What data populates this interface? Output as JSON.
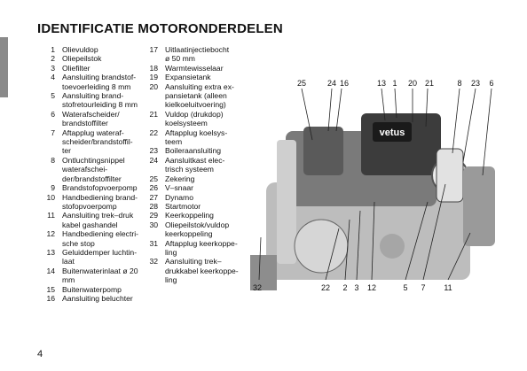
{
  "title": "IDENTIFICATIE MOTORONDERDELEN",
  "page_number": "4",
  "parts_left": [
    {
      "num": "1",
      "lines": [
        "Olievuldop"
      ]
    },
    {
      "num": "2",
      "lines": [
        "Oliepeilstok"
      ]
    },
    {
      "num": "3",
      "lines": [
        "Oliefilter"
      ]
    },
    {
      "num": "4",
      "lines": [
        "Aansluiting brandstof-",
        "toevoerleiding 8 mm"
      ]
    },
    {
      "num": "5",
      "lines": [
        "Aansluiting brand-",
        "stofretourleiding 8 mm"
      ]
    },
    {
      "num": "6",
      "lines": [
        "Waterafscheider/",
        "brandstoffilter"
      ]
    },
    {
      "num": "7",
      "lines": [
        "Aftapplug wateraf-",
        "scheider/brandstoffil-",
        "ter"
      ]
    },
    {
      "num": "8",
      "lines": [
        "Ontluchtingsnippel",
        "waterafschei-",
        "der/brandstoffilter"
      ]
    },
    {
      "num": "9",
      "lines": [
        "Brandstofopvoerpomp"
      ]
    },
    {
      "num": "10",
      "lines": [
        "Handbediening brand-",
        "stofopvoerpomp"
      ]
    },
    {
      "num": "11",
      "lines": [
        "Aansluiting trek–druk",
        "kabel gashandel"
      ]
    },
    {
      "num": "12",
      "lines": [
        "Handbediening electri-",
        "sche stop"
      ]
    },
    {
      "num": "13",
      "lines": [
        "Geluiddemper luchtin-",
        "laat"
      ]
    },
    {
      "num": "14",
      "lines": [
        "Buitenwaterinlaat ø 20",
        "mm"
      ]
    },
    {
      "num": "15",
      "lines": [
        "Buitenwaterpomp"
      ]
    },
    {
      "num": "16",
      "lines": [
        "Aansluiting beluchter"
      ]
    }
  ],
  "parts_right": [
    {
      "num": "17",
      "lines": [
        "Uitlaatinjectiebocht",
        "ø 50 mm"
      ]
    },
    {
      "num": "18",
      "lines": [
        "Warmtewisselaar"
      ]
    },
    {
      "num": "19",
      "lines": [
        "Expansietank"
      ]
    },
    {
      "num": "20",
      "lines": [
        "Aansluiting extra ex-",
        "pansietank (alleen",
        "kielkoeluitvoering)"
      ]
    },
    {
      "num": "21",
      "lines": [
        "Vuldop (drukdop)",
        "koelsysteem"
      ]
    },
    {
      "num": "22",
      "lines": [
        "Aftapplug koelsys-",
        "teem"
      ]
    },
    {
      "num": "23",
      "lines": [
        "Boileraansluiting"
      ]
    },
    {
      "num": "24",
      "lines": [
        "Aansluitkast elec-",
        "trisch systeem"
      ]
    },
    {
      "num": "25",
      "lines": [
        "Zekering"
      ]
    },
    {
      "num": "26",
      "lines": [
        "V–snaar"
      ]
    },
    {
      "num": "27",
      "lines": [
        "Dynamo"
      ]
    },
    {
      "num": "28",
      "lines": [
        "Startmotor"
      ]
    },
    {
      "num": "29",
      "lines": [
        "Keerkoppeling"
      ]
    },
    {
      "num": "30",
      "lines": [
        "Oliepeilstok/vuldop",
        "keerkoppeling"
      ]
    },
    {
      "num": "31",
      "lines": [
        "Aftapplug keerkoppe-",
        "ling"
      ]
    },
    {
      "num": "32",
      "lines": [
        "Aansluiting trek–",
        "drukkabel keerkoppe-",
        "ling"
      ]
    }
  ],
  "callouts_top": [
    "25",
    "24",
    "16",
    "13",
    "1",
    "20",
    "21",
    "8",
    "23",
    "6"
  ],
  "callouts_bottom": [
    "32",
    "22",
    "2",
    "3",
    "12",
    "5",
    "7",
    "11"
  ],
  "engine_badge": "vetus"
}
